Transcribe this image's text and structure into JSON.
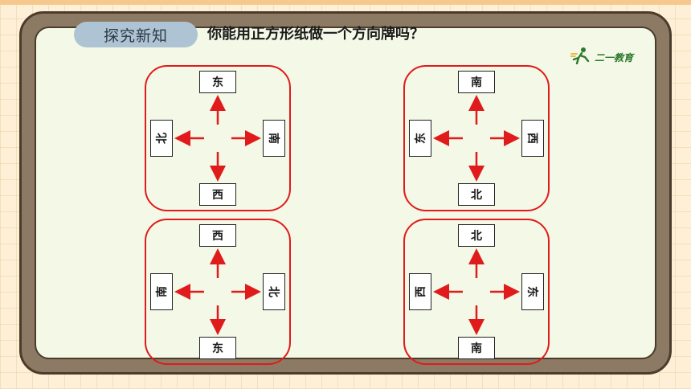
{
  "section_tag": "探究新知",
  "question": "你能用正方形纸做一个方向牌吗？",
  "logo": {
    "text": "二一教育",
    "icon": "runner-icon"
  },
  "colors": {
    "arrow": "#e01b1b",
    "card_border": "#e01b1b",
    "tag": "#aec3d3"
  },
  "cards": [
    {
      "top": "东",
      "left": "北",
      "right": "南",
      "bottom": "西"
    },
    {
      "top": "南",
      "left": "东",
      "right": "西",
      "bottom": "北"
    },
    {
      "top": "西",
      "left": "南",
      "right": "北",
      "bottom": "东"
    },
    {
      "top": "北",
      "left": "西",
      "right": "东",
      "bottom": "南"
    }
  ]
}
